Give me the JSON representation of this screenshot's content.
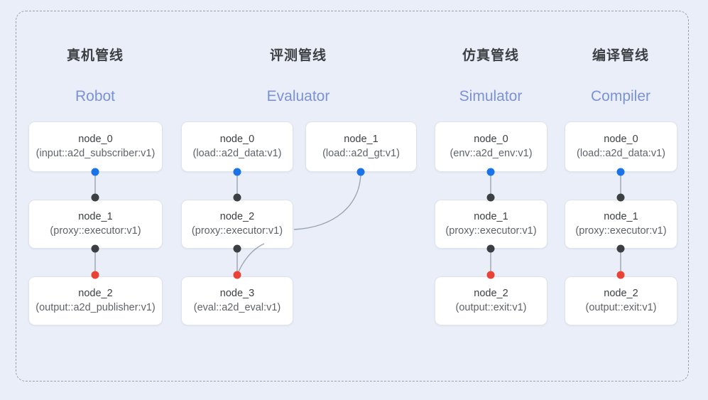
{
  "diagram": {
    "background_color": "#e9eef9",
    "frame_border_color": "#9aa0aa",
    "accent_color": "#7b92d4",
    "port_colors": {
      "output": "#1a73e8",
      "relay": "#3c4043",
      "terminal": "#ea4335"
    }
  },
  "columns": [
    {
      "title_cn": "真机管线",
      "title_en": "Robot",
      "nodes": [
        {
          "name": "node_0",
          "spec": "(input::a2d_subscriber:v1)"
        },
        {
          "name": "node_1",
          "spec": "(proxy::executor:v1)"
        },
        {
          "name": "node_2",
          "spec": "(output::a2d_publisher:v1)"
        }
      ]
    },
    {
      "title_cn": "评测管线",
      "title_en": "Evaluator",
      "nodes": [
        {
          "name": "node_0",
          "spec": "(load::a2d_data:v1)"
        },
        {
          "name": "node_1",
          "spec": "(load::a2d_gt:v1)"
        },
        {
          "name": "node_2",
          "spec": "(proxy::executor:v1)"
        },
        {
          "name": "node_3",
          "spec": "(eval::a2d_eval:v1)"
        }
      ]
    },
    {
      "title_cn": "仿真管线",
      "title_en": "Simulator",
      "nodes": [
        {
          "name": "node_0",
          "spec": "(env::a2d_env:v1)"
        },
        {
          "name": "node_1",
          "spec": "(proxy::executor:v1)"
        },
        {
          "name": "node_2",
          "spec": "(output::exit:v1)"
        }
      ]
    },
    {
      "title_cn": "编译管线",
      "title_en": "Compiler",
      "nodes": [
        {
          "name": "node_0",
          "spec": "(load::a2d_data:v1)"
        },
        {
          "name": "node_1",
          "spec": "(proxy::executor:v1)"
        },
        {
          "name": "node_2",
          "spec": "(output::exit:v1)"
        }
      ]
    }
  ]
}
